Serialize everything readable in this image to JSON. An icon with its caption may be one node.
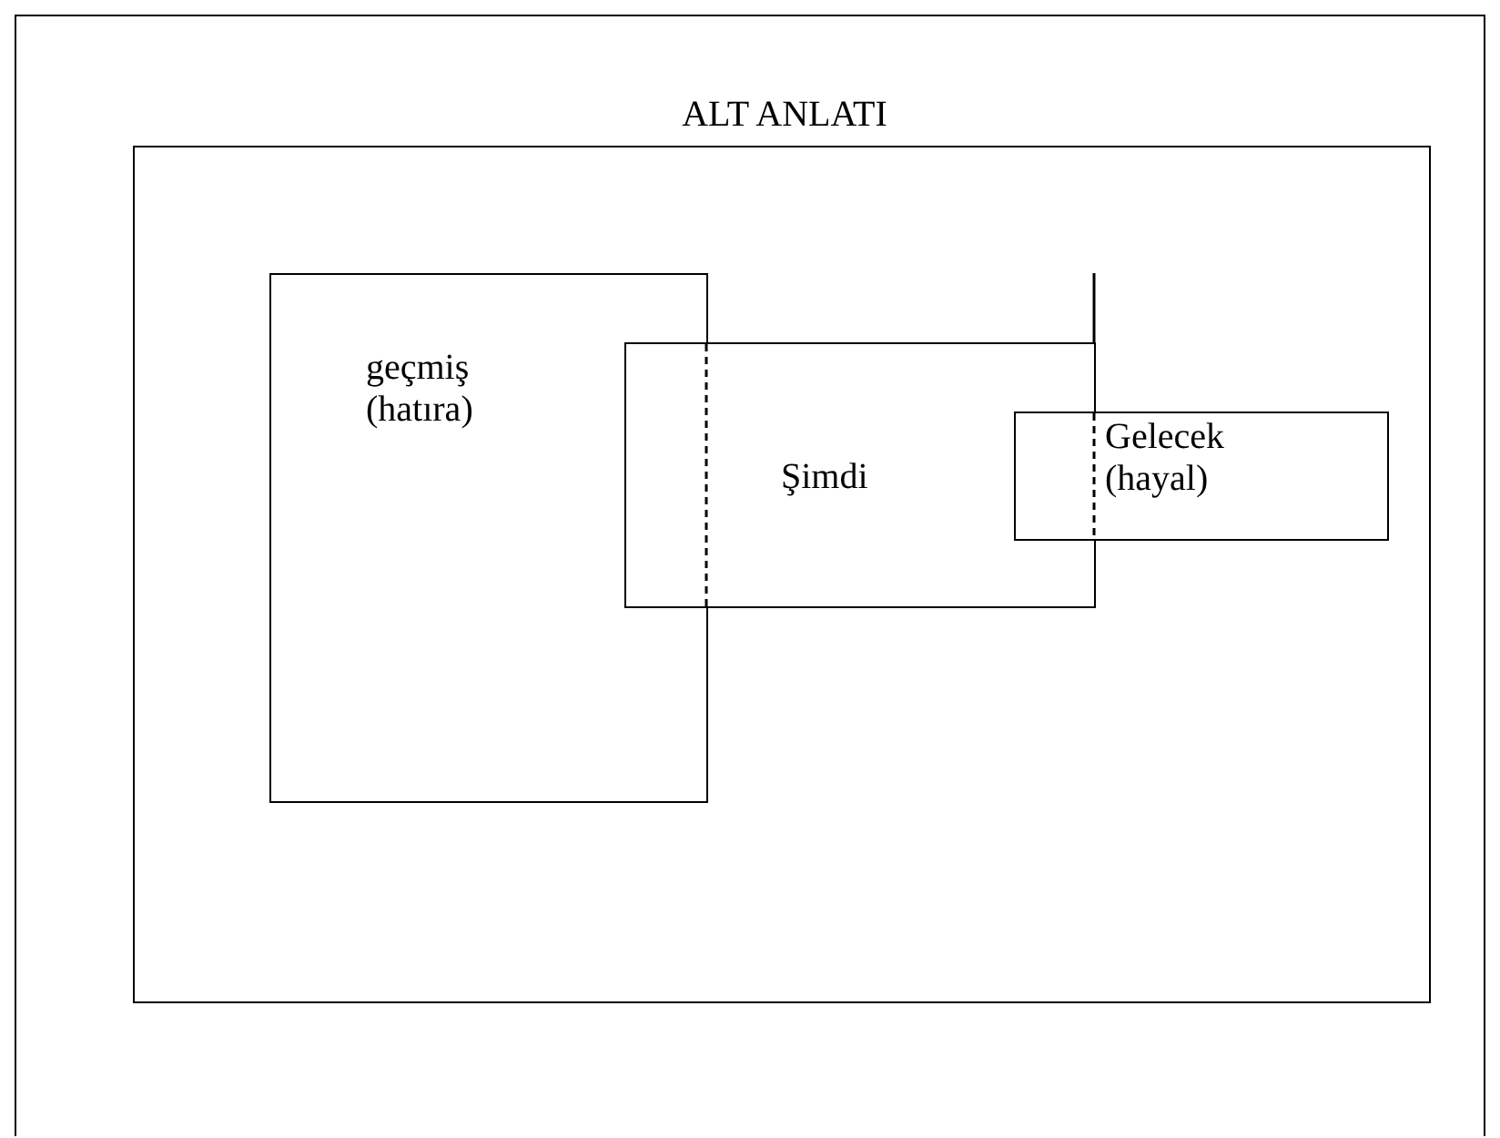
{
  "diagram": {
    "nodes": [
      {
        "text": [
          "ALT ANLATI"
        ]
      },
      {
        "text": [
          "geçmiş (hatıra)"
        ],
        "in": 0
      },
      {
        "text": [
          "Şimdi"
        ],
        "in": 0
      },
      {
        "text": [
          "Gelecek (hayal)"
        ],
        "in": 0
      }
    ],
    "edges": []
  }
}
